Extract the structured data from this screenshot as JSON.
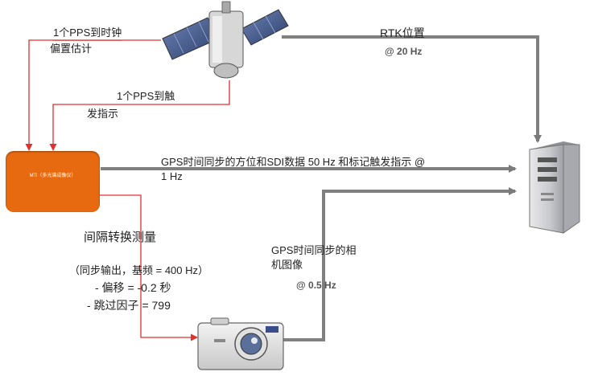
{
  "nodes": {
    "mti_device": "MTi（多光谱成像仪）",
    "satellite": "satellite-icon",
    "server": "server-icon",
    "camera": "camera-icon"
  },
  "labels": {
    "pps_clock_line1": "1个PPS到时钟",
    "pps_clock_line2": "偏置估计",
    "pps_trigger_line1": "1个PPS到触",
    "pps_trigger_line2": "发指示",
    "rtk_title": "RTK位置",
    "rtk_rate": "@ 20 Hz",
    "gps_data_line1": "GPS时间同步的方位和SDI数据 50 Hz 和标记触发指示 @",
    "gps_data_line2": "1 Hz",
    "interval_title": "间隔转换测量",
    "sync_output": "（同步输出，基频 = 400 Hz）",
    "offset": "- 偏移 = -0.2 秒",
    "skip_factor": "- 跳过因子 = 799",
    "camera_image_line1": "GPS时间同步的相",
    "camera_image_line2": "机图像",
    "camera_rate": "@ 0.5 Hz"
  },
  "colors": {
    "red_line": "#e03030",
    "gray_line": "#808080",
    "mti_fill": "#e86a10"
  }
}
